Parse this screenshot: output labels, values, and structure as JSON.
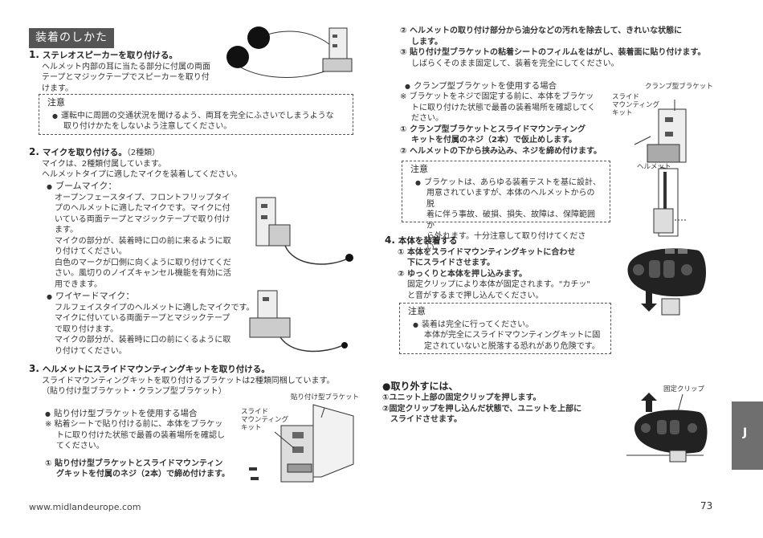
{
  "left": {
    "section_title": "装着のしかた",
    "step1": {
      "num": "1.",
      "heading": "ステレオスピーカーを取り付ける。",
      "body": [
        "ヘルメット内部の耳に当たる部分に付属の両面",
        "テープとマジックテープでスピーカーを取り付",
        "けます。"
      ],
      "note_title": "注意",
      "note_lines": [
        "運転中に周囲の交通状況を聞けるよう、両耳を完全にふさいでしまうような",
        "取り付けかたをしないよう注意してください。"
      ]
    },
    "step2": {
      "num": "2.",
      "heading": "マイクを取り付ける。",
      "heading_sub": "（2種類）",
      "intro": [
        "マイクは、2種類付属しています。",
        "ヘルメットタイプに適したマイクを装着してください。"
      ],
      "boom_title": "ブームマイク：",
      "boom_lines": [
        "オープンフェースタイプ、フロントフリップタイ",
        "プのヘルメットに適したマイクです。マイクに付",
        "いている両面テープとマジックテープで取り付け",
        "ます。",
        "マイクの部分が、装着時に口の前に来るように取",
        "り付けてください。",
        "白色のマークが口側に向くように取り付けてくだ",
        "さい。風切りのノイズキャンセル機能を有効に活",
        "用できます。"
      ],
      "wired_title": "ワイヤードマイク：",
      "wired_lines": [
        "フルフェイスタイプのヘルメットに適したマイクです。",
        "マイクに付いている両面テープとマジックテープ",
        "で取り付けます。",
        "マイクの部分が、装着時に口の前にくるように取",
        "り付けてください。"
      ]
    },
    "step3": {
      "num": "3.",
      "heading": "ヘルメットにスライドマウンティングキットを取り付ける。",
      "intro": [
        "スライドマウンティングキットを取り付けるブラケットは2種類同梱しています。",
        "（貼り付け型ブラケット・クランプ型ブラケット）"
      ],
      "adhesive_title": "貼り付け型ブラケットを使用する場合",
      "adhesive_note": [
        "※ 粘着シートで貼り付ける前に、本体をブラケッ",
        "トに取り付けた状態で最善の装着場所を確認し",
        "てください。"
      ],
      "adhesive_step1": [
        "① 貼り付け型ブラケットとスライドマウンティン",
        "グキットを付属のネジ（2本）で締め付けます。"
      ],
      "label_bracket": "貼り付け型ブラケット",
      "label_kit": [
        "スライド",
        "マウンティング",
        "キット"
      ]
    },
    "footer_url": "www.midlandeurope.com"
  },
  "right": {
    "adhesive_steps": [
      [
        "② ヘルメットの取り付け部分から油分などの汚れを除去して、きれいな状態に",
        "します。"
      ],
      [
        "③ 貼り付け型ブラケットの粘着シートのフィルムをはがし、装着面に貼り付けます。",
        "しばらくそのまま固定して、装着を完全にしてください。"
      ]
    ],
    "clamp_title": "クランプ型ブラケットを使用する場合",
    "clamp_note": [
      "※ ブラケットをネジで固定する前に、本体をブラケッ",
      "トに取り付けた状態で最善の装着場所を確認してく",
      "ださい。"
    ],
    "clamp_step1": [
      "① クランプ型ブラケットとスライドマウンティング",
      "キットを付属のネジ（2本）で仮止めします。"
    ],
    "clamp_step2": "② ヘルメットの下から挟み込み、ネジを締め付けます。",
    "clamp_note_title": "注意",
    "clamp_note_lines": [
      "ブラケットは、あらゆる装着テストを基に設計、",
      "用意されていますが、本体のヘルメットからの脱",
      "着に伴う事故、破損、損失、故障は、保障範囲か",
      "ら外れます。十分注意して取り付けてください。"
    ],
    "label_clamp": "クランプ型ブラケット",
    "label_kit": [
      "スライド",
      "マウンティング",
      "キット"
    ],
    "label_helmet": "ヘルメット",
    "step4": {
      "num": "4.",
      "heading": "本体を装着する",
      "s1": [
        "① 本体をスライドマウンティングキットに合わせ",
        "下にスライドさせます。"
      ],
      "s2": "② ゆっくりと本体を押し込みます。",
      "s2_body": [
        "固定クリップにより本体が固定されます。\"カチッ\"",
        "と音がするまで押し込んでください。"
      ],
      "note_title": "注意",
      "note_lines": [
        "装着は完全に行ってください。",
        "本体が完全にスライドマウンティングキットに固",
        "定されていないと脱落する恐れがあり危険です。"
      ]
    },
    "remove": {
      "title": "●取り外すには、",
      "s1": "①ユニット上部の固定クリップを押します。",
      "s2": [
        "②固定クリップを押し込んだ状態で、ユニットを上部に",
        "スライドさせます。"
      ],
      "label_clip": "固定クリップ"
    },
    "page_number": "73",
    "side_tab": "J"
  }
}
